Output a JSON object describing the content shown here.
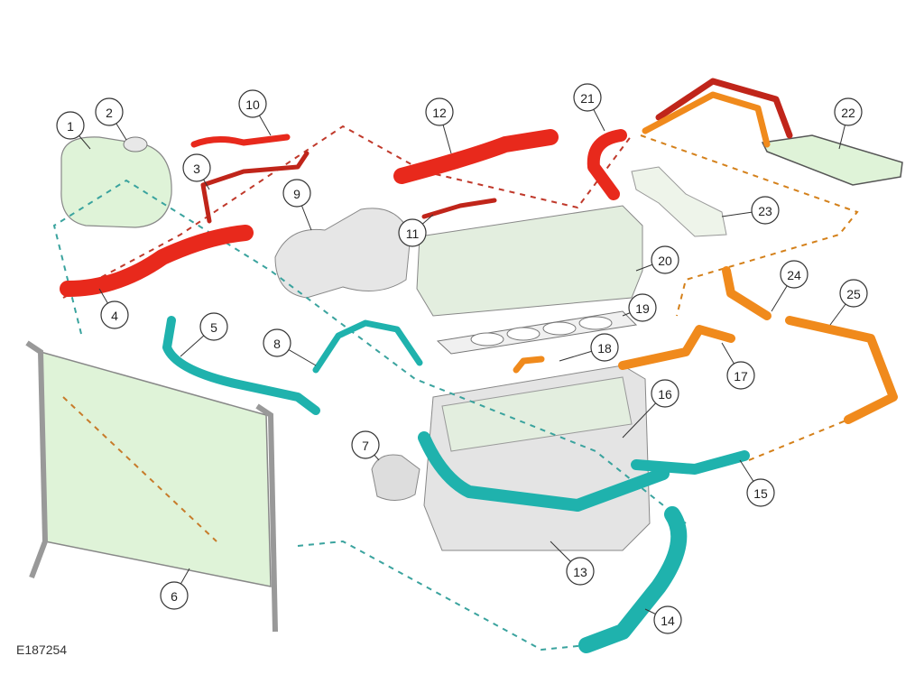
{
  "figure_id": "E187254",
  "colors": {
    "hot_coolant": "#e8291c",
    "cold_coolant": "#1fb2ad",
    "heater_coolant": "#f08a1c",
    "component_fill": "#dff3d8",
    "component_outline": "#888888"
  },
  "callouts": [
    "1",
    "2",
    "3",
    "4",
    "5",
    "6",
    "7",
    "8",
    "9",
    "10",
    "11",
    "12",
    "13",
    "14",
    "15",
    "16",
    "17",
    "18",
    "19",
    "20",
    "21",
    "22",
    "23",
    "24",
    "25"
  ]
}
